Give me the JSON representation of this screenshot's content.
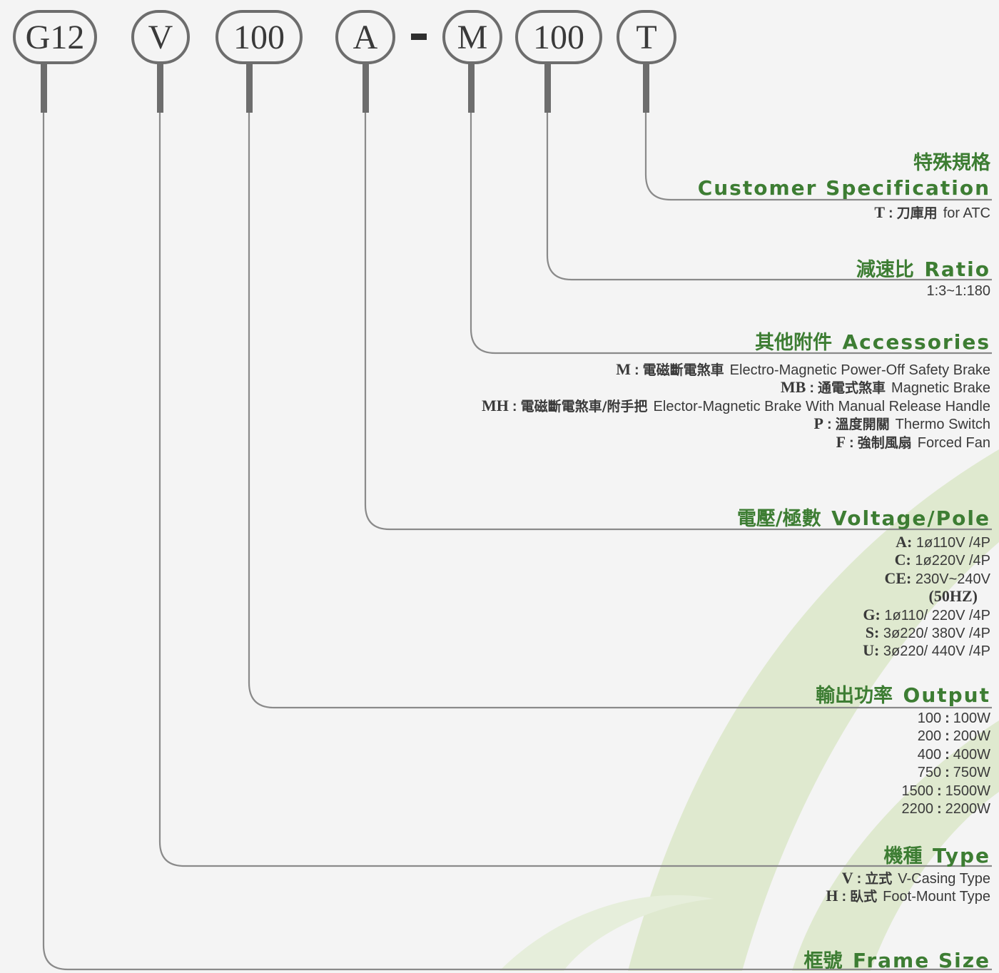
{
  "model_codes": [
    "G12",
    "V",
    "100",
    "A",
    "M",
    "100",
    "T"
  ],
  "code_separator": "-",
  "colors": {
    "title_green": "#3d7d33",
    "connector_gray": "#6d6d6d",
    "text_dark": "#3a3a3a",
    "background": "#f4f4f4",
    "swoosh_green": "#dfe9cf"
  },
  "sections": {
    "customer_spec": {
      "title_zh": "特殊規格",
      "title_en": "Customer Specification",
      "options": [
        {
          "key": "T",
          "zh": "刀庫用",
          "en": "for ATC"
        }
      ]
    },
    "ratio": {
      "title_zh": "減速比",
      "title_en": "Ratio",
      "value": "1:3~1:180"
    },
    "accessories": {
      "title_zh": "其他附件",
      "title_en": "Accessories",
      "options": [
        {
          "key": "M",
          "zh": "電磁斷電煞車",
          "en": "Electro-Magnetic Power-Off Safety Brake"
        },
        {
          "key": "MB",
          "zh": "通電式煞車",
          "en": "Magnetic Brake"
        },
        {
          "key": "MH",
          "zh": "電磁斷電煞車/附手把",
          "en": "Elector-Magnetic Brake With Manual Release Handle"
        },
        {
          "key": "P",
          "zh": "溫度開關",
          "en": "Thermo Switch"
        },
        {
          "key": "F",
          "zh": "強制風扇",
          "en": "Forced Fan"
        }
      ]
    },
    "voltage_pole": {
      "title_zh": "電壓/極數",
      "title_en": "Voltage/Pole",
      "options": [
        {
          "key": "A:",
          "value": "1ø110V /4P"
        },
        {
          "key": "C:",
          "value": "1ø220V /4P"
        },
        {
          "key": "CE:",
          "value": "230V~240V"
        },
        {
          "note": "(50HZ)"
        },
        {
          "key": "G:",
          "value": "1ø110/ 220V /4P"
        },
        {
          "key": "S:",
          "value": "3ø220/ 380V /4P"
        },
        {
          "key": "U:",
          "value": "3ø220/ 440V /4P"
        }
      ]
    },
    "output": {
      "title_zh": "輸出功率",
      "title_en": "Output",
      "options": [
        {
          "key": "100",
          "value": "100W"
        },
        {
          "key": "200",
          "value": "200W"
        },
        {
          "key": "400",
          "value": "400W"
        },
        {
          "key": "750",
          "value": "750W"
        },
        {
          "key": "1500",
          "value": "1500W"
        },
        {
          "key": "2200",
          "value": "2200W"
        }
      ]
    },
    "type": {
      "title_zh": "機種",
      "title_en": "Type",
      "options": [
        {
          "key": "V",
          "zh": "立式",
          "en": "V-Casing Type"
        },
        {
          "key": "H",
          "zh": "臥式",
          "en": "Foot-Mount Type"
        }
      ]
    },
    "frame_size": {
      "title_zh": "框號",
      "title_en": "Frame Size"
    }
  }
}
